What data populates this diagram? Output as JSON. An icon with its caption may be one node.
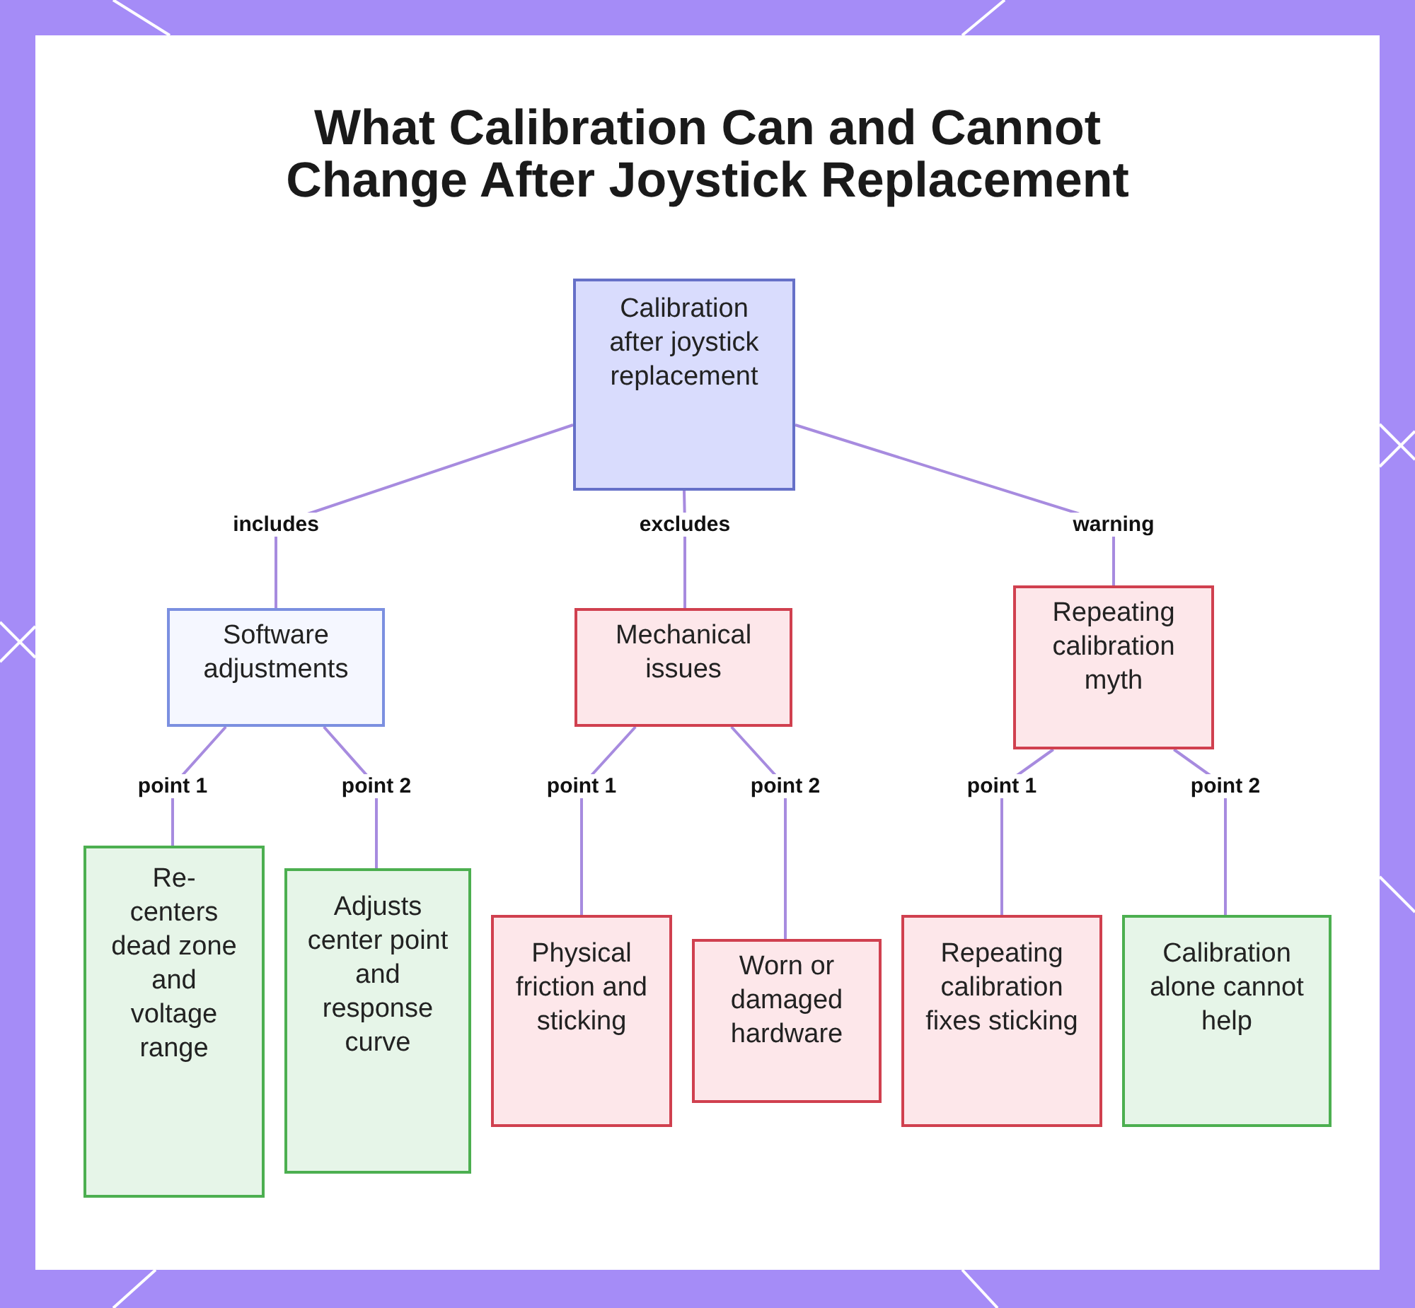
{
  "diagram": {
    "title": "What Calibration Can and Cannot Change After Joystick Replacement",
    "nodes": [
      {
        "text": [
          "Calibration after joystick replacement"
        ]
      },
      {
        "text": [
          "Software adjustments"
        ]
      },
      {
        "text": [
          "Mechanical issues"
        ]
      },
      {
        "text": [
          "Repeating calibration myth"
        ]
      },
      {
        "text": [
          "Re-centers dead zone and voltage range"
        ]
      },
      {
        "text": [
          "Adjusts center point and response curve"
        ]
      },
      {
        "text": [
          "Physical friction and sticking"
        ]
      },
      {
        "text": [
          "Worn or damaged hardware"
        ]
      },
      {
        "text": [
          "Repeating calibration fixes sticking"
        ]
      },
      {
        "text": [
          "Calibration alone cannot help"
        ]
      }
    ],
    "edges": [
      {
        "from": 0,
        "to": 1,
        "arrow": "none",
        "label": "includes"
      },
      {
        "from": 0,
        "to": 2,
        "arrow": "none",
        "label": "excludes"
      },
      {
        "from": 0,
        "to": 3,
        "arrow": "none",
        "label": "warning"
      },
      {
        "from": 1,
        "to": 4,
        "arrow": "none",
        "label": "point 1"
      },
      {
        "from": 1,
        "to": 5,
        "arrow": "none",
        "label": "point 2"
      },
      {
        "from": 2,
        "to": 6,
        "arrow": "none",
        "label": "point 1"
      },
      {
        "from": 2,
        "to": 7,
        "arrow": "none",
        "label": "point 2"
      },
      {
        "from": 3,
        "to": 8,
        "arrow": "none",
        "label": "point 1"
      },
      {
        "from": 3,
        "to": 9,
        "arrow": "none",
        "label": "point 2"
      }
    ]
  }
}
